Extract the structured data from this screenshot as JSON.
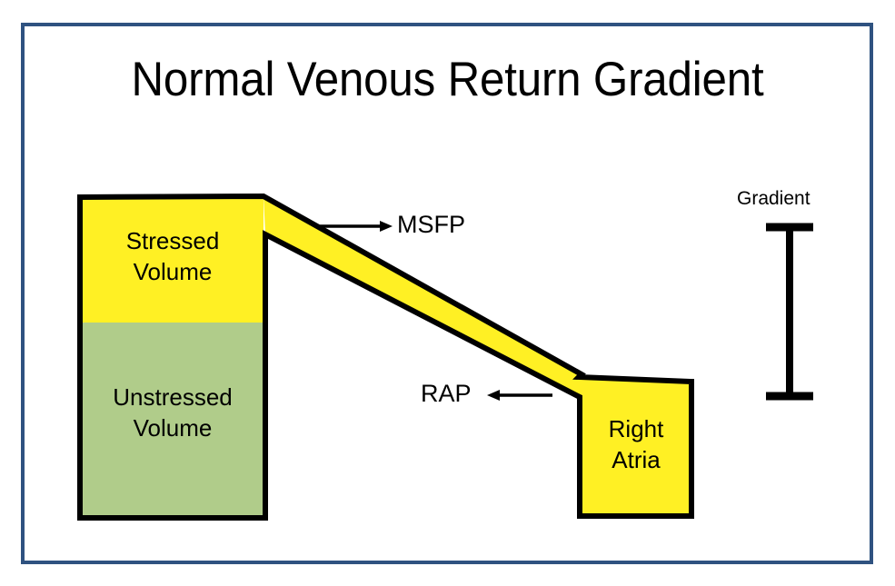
{
  "slide": {
    "title": "Normal Venous Return Gradient",
    "background_color": "#FFFFFF",
    "frame_color": "#2F5280"
  },
  "figure": {
    "reservoir": {
      "name": "venous-reservoir-bar",
      "stressed": {
        "label_line1": "Stressed",
        "label_line2": "Volume",
        "fill_color": "#FFF024"
      },
      "unstressed": {
        "label_line1": "Unstressed",
        "label_line2": "Volume",
        "fill_color": "#B0CC8A"
      }
    },
    "conduit": {
      "name": "venous-return-conduit",
      "fill_color": "#FFF024"
    },
    "right_atria": {
      "label_line1": "Right",
      "label_line2": "Atria",
      "fill_color": "#FFF024"
    },
    "annotations": [
      {
        "id": "msfp",
        "label": "MSFP",
        "arrow_direction": "right"
      },
      {
        "id": "rap",
        "label": "RAP",
        "arrow_direction": "left"
      }
    ],
    "gradient_marker": {
      "label": "Gradient",
      "stroke_color": "#000000"
    }
  },
  "chart_data": {
    "type": "diagram",
    "title": "Normal Venous Return Gradient",
    "description": "Venous return pressure gradient schematic: a reservoir column of stressed (yellow) over unstressed (green) volume drains through a sloping conduit into the right atria.",
    "elements": [
      {
        "name": "Stressed Volume",
        "color": "#FFF024",
        "role": "upper reservoir segment, pressure-generating"
      },
      {
        "name": "Unstressed Volume",
        "color": "#B0CC8A",
        "role": "lower reservoir segment, non-pressure-generating"
      },
      {
        "name": "MSFP",
        "role": "mean systemic filling pressure, marked at top of conduit"
      },
      {
        "name": "RAP",
        "role": "right atrial pressure, marked at base of conduit"
      },
      {
        "name": "Right Atria",
        "color": "#FFF024",
        "role": "downstream chamber"
      },
      {
        "name": "Gradient",
        "role": "vertical I-beam scale bar showing MSFP minus RAP"
      }
    ]
  }
}
